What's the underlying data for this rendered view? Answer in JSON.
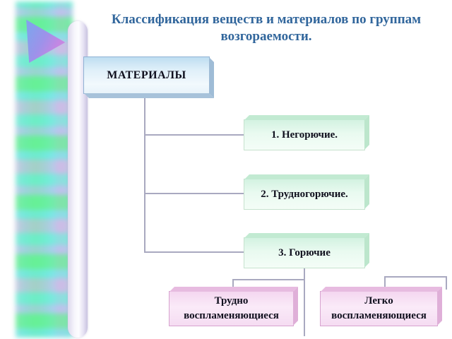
{
  "slide": {
    "title_line1": "Классификация веществ и материалов по группам",
    "title_line2": "возгораемости."
  },
  "diagram": {
    "root_label": "МАТЕРИАЛЫ",
    "level1": [
      {
        "label": "1. Негорючие."
      },
      {
        "label": "2. Трудногорючие."
      },
      {
        "label": "3. Горючие"
      }
    ],
    "level2": [
      {
        "line1": "Трудно",
        "line2": "воспламеняющиеся"
      },
      {
        "line1": "Легко",
        "line2": "воспламеняющиеся"
      }
    ]
  },
  "colors": {
    "title_text": "#31669C",
    "box_text": "#10101E",
    "connector_line": "#A9A9C0",
    "blue_box_fill": "#BEDDF1",
    "green_box_fill": "#D3F2E1",
    "pink_box_fill": "#F4D7F0",
    "sidebar_green": "#6FF0A8",
    "sidebar_aqua": "#7FE9CF",
    "sidebar_lavender": "#C9C3EC",
    "triangle_blue": "#85A0EC",
    "triangle_violet": "#CD8BDE"
  }
}
